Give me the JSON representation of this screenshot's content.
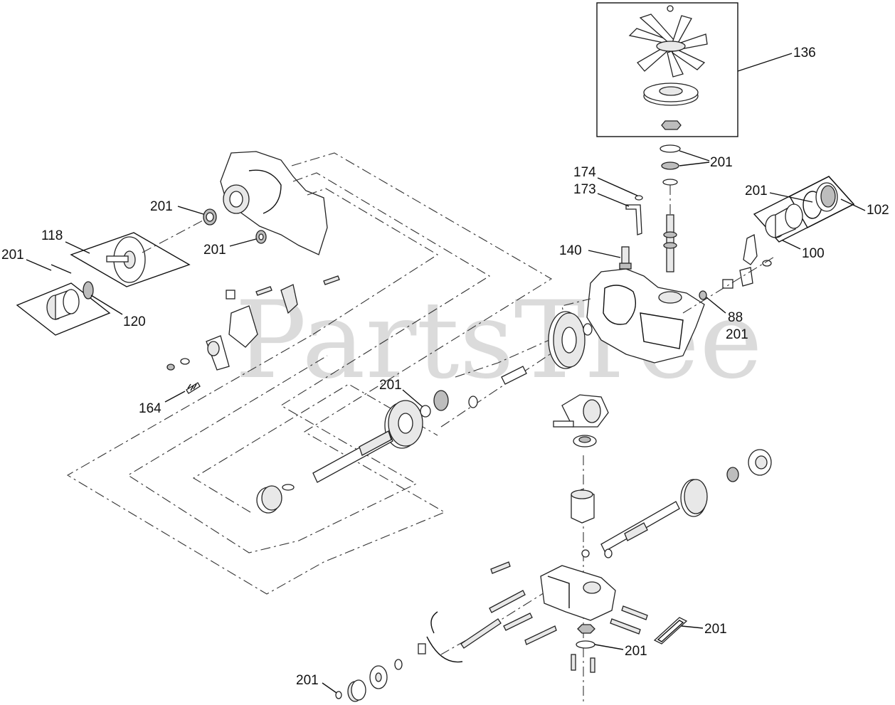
{
  "watermark": "PartsTree",
  "callouts": [
    {
      "id": "c136",
      "text": "136"
    },
    {
      "id": "c201a",
      "text": "201"
    },
    {
      "id": "c201b",
      "text": "201"
    },
    {
      "id": "c102",
      "text": "102"
    },
    {
      "id": "c174",
      "text": "174"
    },
    {
      "id": "c173",
      "text": "173"
    },
    {
      "id": "c100",
      "text": "100"
    },
    {
      "id": "c140",
      "text": "140"
    },
    {
      "id": "c88",
      "text": "88"
    },
    {
      "id": "c201c",
      "text": "201"
    },
    {
      "id": "c201d",
      "text": "201"
    },
    {
      "id": "c201e",
      "text": "201"
    },
    {
      "id": "c118",
      "text": "118"
    },
    {
      "id": "c201f",
      "text": "201"
    },
    {
      "id": "c120",
      "text": "120"
    },
    {
      "id": "c164",
      "text": "164"
    },
    {
      "id": "c201g",
      "text": "201"
    },
    {
      "id": "c201h",
      "text": "201"
    },
    {
      "id": "c201i",
      "text": "201"
    },
    {
      "id": "c201j",
      "text": "201"
    }
  ]
}
